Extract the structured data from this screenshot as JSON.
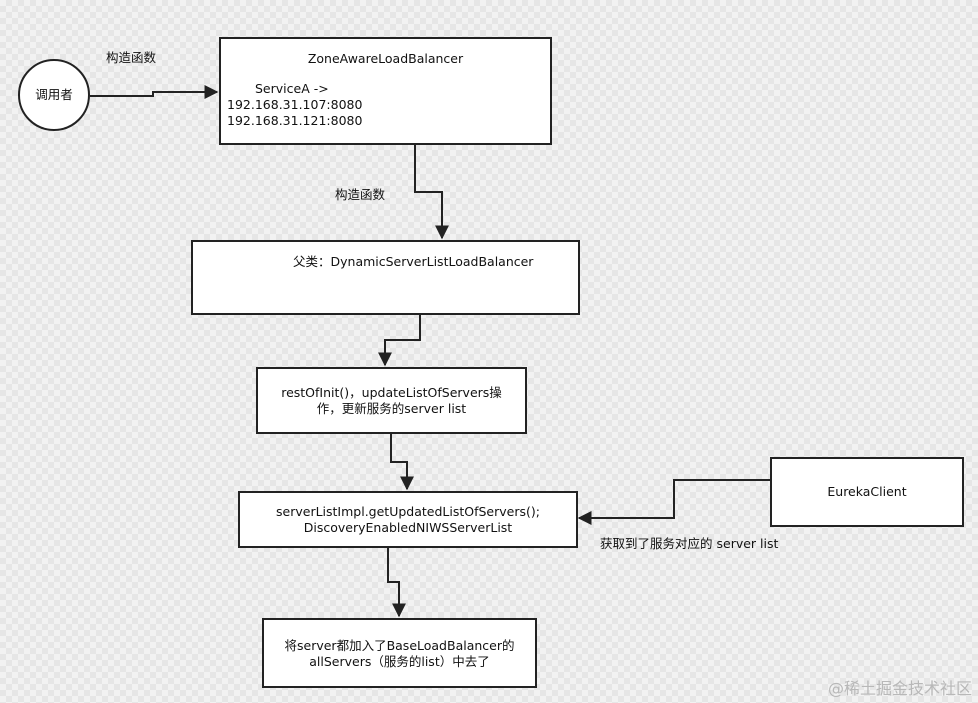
{
  "nodes": {
    "caller": "调用者",
    "zone_title": "ZoneAwareLoadBalancer",
    "zone_service": "ServiceA ->",
    "zone_ip1": "192.168.31.107:8080",
    "zone_ip2": "192.168.31.121:8080",
    "dynamic": "父类：DynamicServerListLoadBalancer",
    "rest_line1": "restOfInit()，updateListOfServers操",
    "rest_line2": "作，更新服务的server list",
    "impl_line1": "serverListImpl.getUpdatedListOfServers();",
    "impl_line2": "DiscoveryEnabledNIWSServerList",
    "eureka": "EurekaClient",
    "base_line1": "将server都加入了BaseLoadBalancer的",
    "base_line2": "allServers（服务的list）中去了"
  },
  "edges": {
    "caller_to_zone": "构造函数",
    "zone_to_dynamic": "构造函数",
    "eureka_to_impl_line1": "获取到了服务对应的",
    "eureka_to_impl_line2": "server list"
  },
  "watermark": "@稀土掘金技术社区"
}
